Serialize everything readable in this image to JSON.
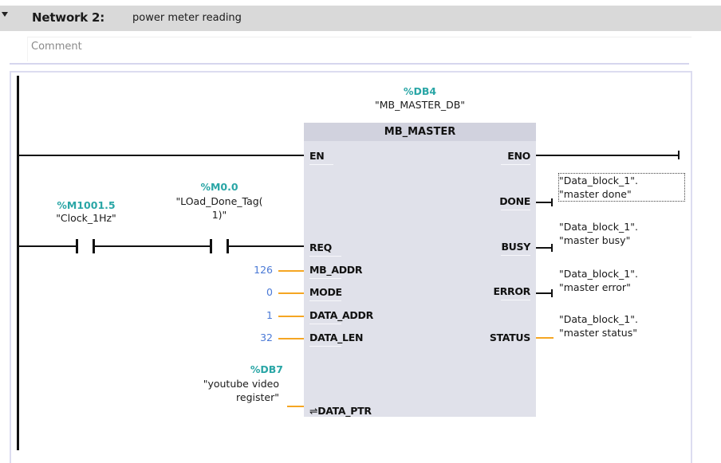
{
  "network": {
    "title": "Network 2:",
    "description": "power meter reading",
    "comment_placeholder": "Comment"
  },
  "instance": {
    "address": "%DB4",
    "name": "\"MB_MASTER_DB\""
  },
  "block": {
    "type": "MB_MASTER",
    "inputs": {
      "en": "EN",
      "req": "REQ",
      "mb_addr": "MB_ADDR",
      "mode": "MODE",
      "data_addr": "DATA_ADDR",
      "data_len": "DATA_LEN",
      "data_ptr": "DATA_PTR",
      "data_ptr_icon": "⇌"
    },
    "outputs": {
      "eno": "ENO",
      "done": "DONE",
      "busy": "BUSY",
      "error": "ERROR",
      "status": "STATUS"
    }
  },
  "contacts": [
    {
      "address": "%M1001.5",
      "symbol": "\"Clock_1Hz\"",
      "symbol_line2": ""
    },
    {
      "address": "%M0.0",
      "symbol": "\"LOad_Done_Tag(",
      "symbol_line2": "1)\""
    }
  ],
  "input_values": {
    "mb_addr": "126",
    "mode": "0",
    "data_addr": "1",
    "data_len": "32",
    "data_ptr_address": "%DB7",
    "data_ptr_line1": "\"youtube video",
    "data_ptr_line2": "register\""
  },
  "output_values": {
    "done_line1": "\"Data_block_1\".",
    "done_line2": "\"master done\"",
    "busy_line1": "\"Data_block_1\".",
    "busy_line2": "\"master busy\"",
    "error_line1": "\"Data_block_1\".",
    "error_line2": "\"master error\"",
    "status_line1": "\"Data_block_1\".",
    "status_line2": "\"master status\""
  },
  "colors": {
    "address": "#2aa6a6",
    "constant": "#4a79d6",
    "wire_data": "#f5a623",
    "block_bg": "#e0e1ea",
    "header_bg": "#d9d9d9"
  }
}
